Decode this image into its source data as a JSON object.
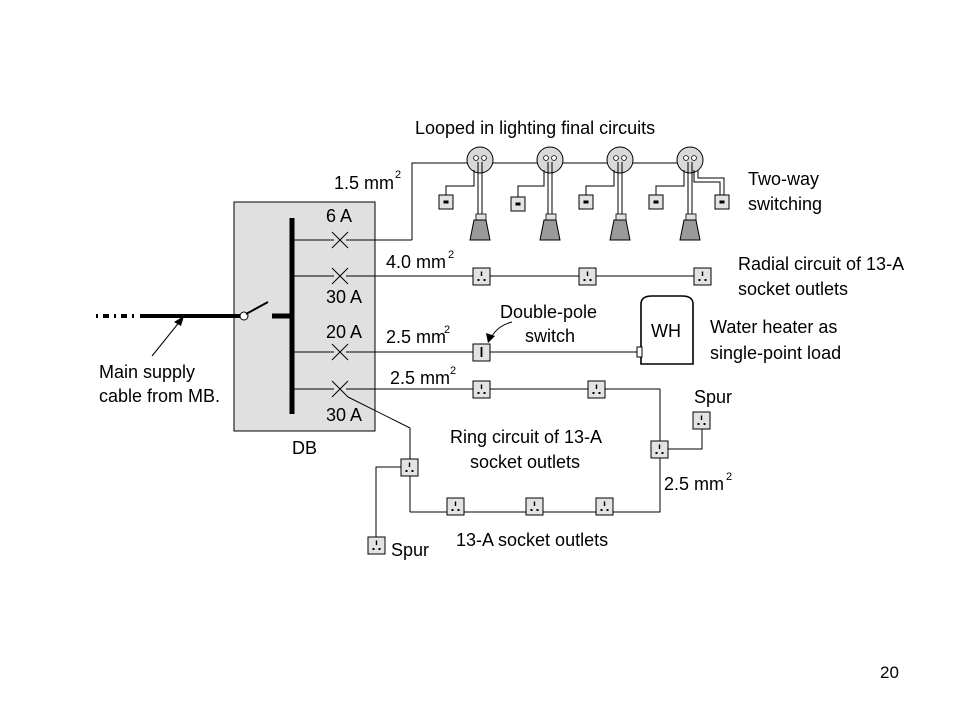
{
  "labels": {
    "lighting_title": "Looped in lighting final circuits",
    "lighting_size": "1.5 mm",
    "lighting_size_sup": "2",
    "two_way_line1": "Two-way",
    "two_way_line2": "switching",
    "radial_size": "4.0 mm",
    "radial_size_sup": "2",
    "radial_line1": "Radial circuit of 13-A",
    "radial_line2": "socket outlets",
    "double_pole_line1": "Double-pole",
    "double_pole_line2": "switch",
    "heater_size": "2.5 mm",
    "heater_size_sup": "2",
    "wh": "WH",
    "heater_line1": "Water heater as",
    "heater_line2": "single-point load",
    "ring_size": "2.5 mm",
    "ring_size_sup": "2",
    "ring_line1": "Ring circuit of 13-A",
    "ring_line2": "socket outlets",
    "ring_right_size": "2.5 mm",
    "ring_right_size_sup": "2",
    "spur_right": "Spur",
    "spur_left": "Spur",
    "socket_row": "13-A socket outlets",
    "main_line1": "Main supply",
    "main_line2": "cable from MB.",
    "db": "DB",
    "rating_6a": "6 A",
    "rating_30a_top": "30 A",
    "rating_20a": "20 A",
    "rating_30a_bottom": "30 A"
  },
  "page_number": "20"
}
